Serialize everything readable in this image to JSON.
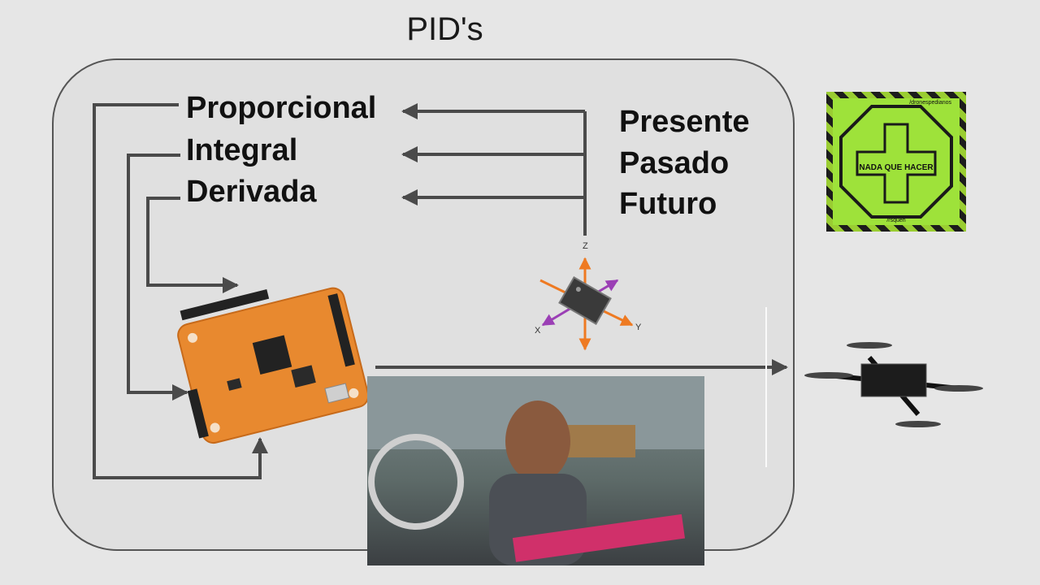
{
  "title": "PID's",
  "pid_terms": [
    "Proporcional",
    "Integral",
    "Derivada"
  ],
  "time_terms": [
    "Presente",
    "Pasado",
    "Futuro"
  ],
  "axes": {
    "z": "Z",
    "x": "X",
    "y": "Y"
  },
  "logo": {
    "text": "NADA QUE HACER",
    "handle_top": "/dronespedianos",
    "handle_bottom": "/rsqueh"
  },
  "colors": {
    "arrow": "#4a4a4a",
    "axis_z": "#ee7a22",
    "axis_x": "#9b3fb5",
    "board": "#e8892f",
    "logo_green": "#9ee23a"
  },
  "icons": [
    "flight-controller-board",
    "imu-chip",
    "quadcopter",
    "camera-video",
    "logo-badge"
  ]
}
